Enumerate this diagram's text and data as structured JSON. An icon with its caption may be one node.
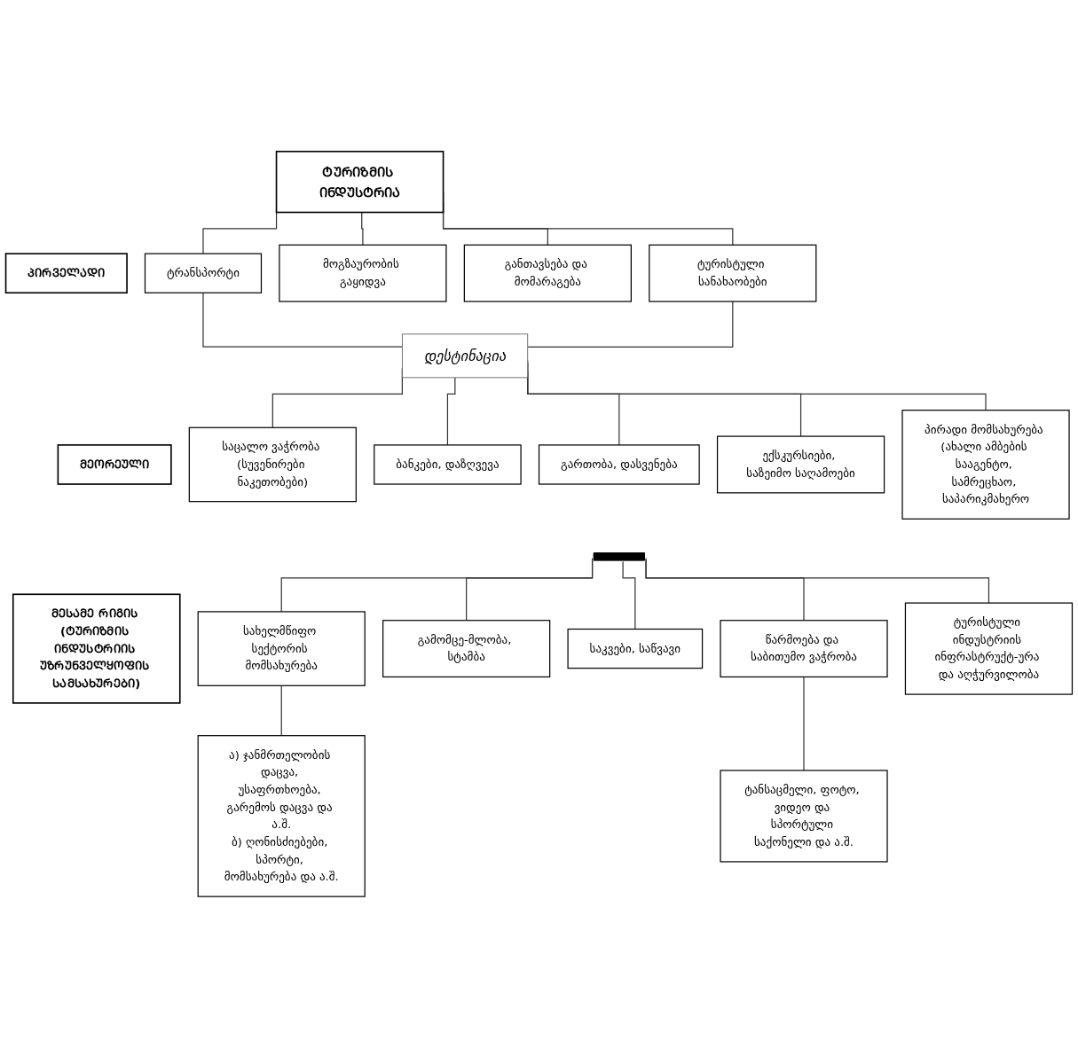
{
  "diagram": {
    "nodes": [
      {
        "text": [
          "ᲢᲣᲠᲘᲖᲛᲘᲡ ᲘᲜᲓᲣᲡᲢᲠᲘᲐ"
        ]
      },
      {
        "text": [
          "ᲞᲘᲠᲕᲔᲚᲐᲓᲘ"
        ]
      },
      {
        "text": [
          "ტრანსპორტი"
        ]
      },
      {
        "text": [
          "მოგზაურობის გაყიდვა"
        ]
      },
      {
        "text": [
          "განთავსება და მომარაგება"
        ]
      },
      {
        "text": [
          "ტურისტული სანახაობები"
        ]
      },
      {
        "text": [
          "დესტინაცია"
        ]
      },
      {
        "text": [
          "ᲛᲔᲝᲠᲔᲣᲚᲘ"
        ]
      },
      {
        "text": [
          "საცალო ვაჭრობა (სუვენირები ნაკეთობები)"
        ]
      },
      {
        "text": [
          "ბანკები, დაზღვევა"
        ]
      },
      {
        "text": [
          "გართობა, დასვენება"
        ]
      },
      {
        "text": [
          "ექსკურსიები, საზეიმო საღამოები"
        ]
      },
      {
        "text": [
          "პირადი მომსახურება (ახალი ამბების სააგენტო, სამრეცხაო, საპარიკმახერო"
        ]
      },
      {
        "text": [
          "ᲛᲔᲡᲐᲛᲔ ᲠᲘᲒᲘᲡ (ᲢᲣᲠᲘᲖᲛᲘᲡ ᲘᲜᲓᲣᲡᲢᲠᲘᲘᲡ ᲣᲖᲠᲣᲜᲕᲔᲚᲧᲝᲤᲘᲡ ᲡᲐᲛᲡᲐᲮᲣᲠᲔᲑᲘ)"
        ]
      },
      {
        "text": [],
        "shape": "bar"
      },
      {
        "text": [
          "სახელმწიფო სექტორის მომსახურება"
        ]
      },
      {
        "text": [
          "გამომცე-მლობა, სტამბა"
        ]
      },
      {
        "text": [
          "საკვები, საწვავი"
        ]
      },
      {
        "text": [
          "წარმოება და საბითუმო ვაჭრობა"
        ]
      },
      {
        "text": [
          "ტურისტული ინდუსტრიის ინფრასტრუქტ-ურა და აღჭურვილობა"
        ]
      },
      {
        "text": [
          "ა) ჯანმრთელობის დაცვა, უსაფრთხოება, გარემოს დაცვა და ა.შ.",
          "ბ) ღონისძიებები, სპორტი, მომსახურება და ა.შ."
        ]
      },
      {
        "text": [
          "ტანსაცმელი, ფოტო, ვიდეო და სპორტული საქონელი და ა.შ."
        ]
      }
    ],
    "edges": [
      {
        "from": 0,
        "to": 2,
        "arrow": "none"
      },
      {
        "from": 0,
        "to": 3,
        "arrow": "none"
      },
      {
        "from": 0,
        "to": 4,
        "arrow": "none"
      },
      {
        "from": 0,
        "to": 5,
        "arrow": "none"
      },
      {
        "from": 2,
        "to": 6,
        "arrow": "none"
      },
      {
        "from": 5,
        "to": 6,
        "arrow": "none"
      },
      {
        "from": 6,
        "to": 8,
        "arrow": "none"
      },
      {
        "from": 6,
        "to": 9,
        "arrow": "none"
      },
      {
        "from": 6,
        "to": 10,
        "arrow": "none"
      },
      {
        "from": 6,
        "to": 11,
        "arrow": "none"
      },
      {
        "from": 6,
        "to": 12,
        "arrow": "none"
      },
      {
        "from": 14,
        "to": 15,
        "arrow": "none"
      },
      {
        "from": 14,
        "to": 16,
        "arrow": "none"
      },
      {
        "from": 14,
        "to": 17,
        "arrow": "none"
      },
      {
        "from": 14,
        "to": 18,
        "arrow": "none"
      },
      {
        "from": 14,
        "to": 19,
        "arrow": "none"
      },
      {
        "from": 15,
        "to": 20,
        "arrow": "none"
      },
      {
        "from": 18,
        "to": 21,
        "arrow": "none"
      }
    ]
  }
}
